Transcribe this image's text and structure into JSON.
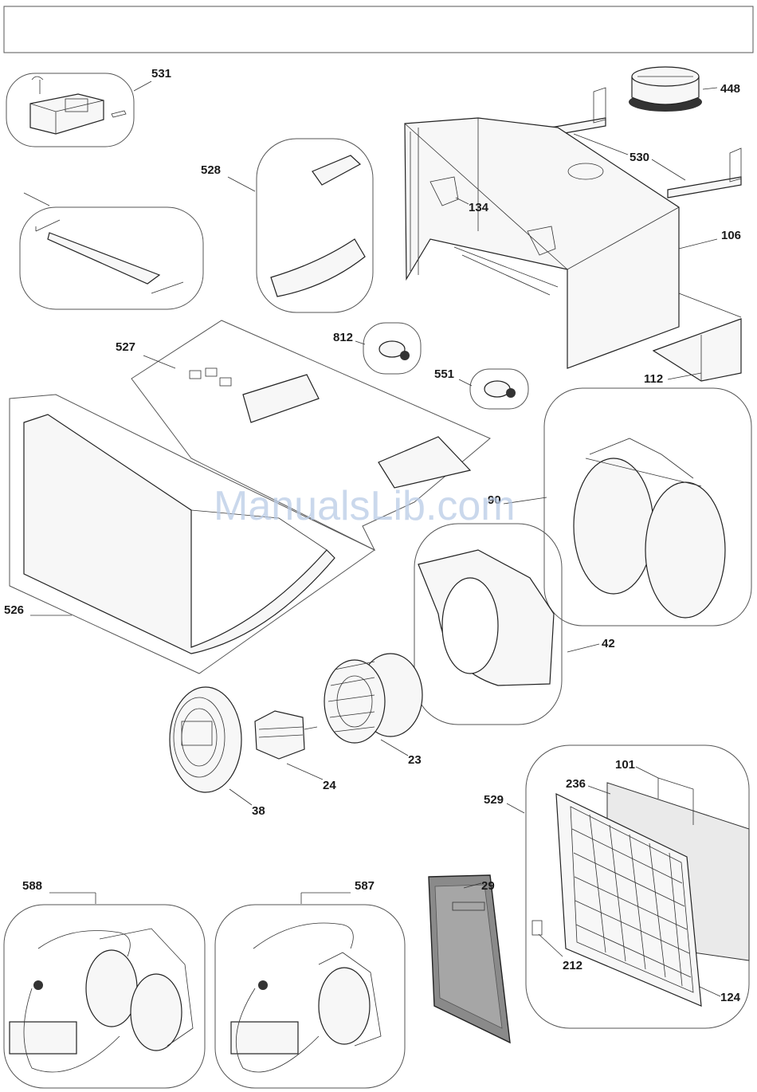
{
  "header": {
    "title": ""
  },
  "watermark": "ManualsLib.com",
  "labels": {
    "p531": "531",
    "p448": "448",
    "p528": "528",
    "p530": "530",
    "p134": "134",
    "p106": "106",
    "p527": "527",
    "p812": "812",
    "p551": "551",
    "p112": "112",
    "p90": "90",
    "p526": "526",
    "p42": "42",
    "p23": "23",
    "p24": "24",
    "p38": "38",
    "p101": "101",
    "p236": "236",
    "p529": "529",
    "p29": "29",
    "p588": "588",
    "p587": "587",
    "p212": "212",
    "p124": "124"
  }
}
